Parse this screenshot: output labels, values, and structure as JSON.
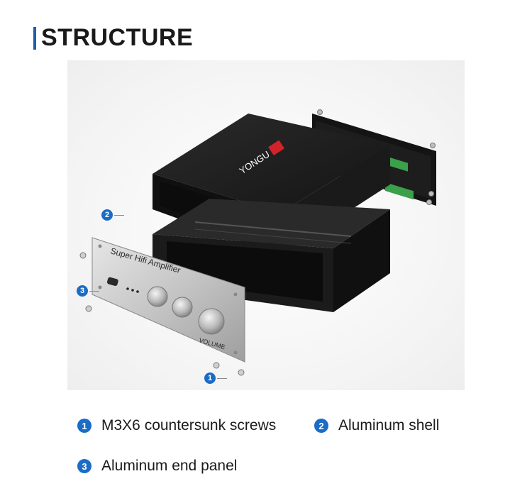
{
  "heading": "STRUCTURE",
  "colors": {
    "accent": "#1b6cc7",
    "panel": "#c9c9c9",
    "shell": "#1e1e1e",
    "logo_red": "#d1232a"
  },
  "product": {
    "brand": "YONGU",
    "panel_title": "Super Hifi Amplifier",
    "volume_label": "VOLUME"
  },
  "callouts": [
    {
      "num": "1",
      "label": "M3X6 countersunk screws"
    },
    {
      "num": "2",
      "label": "Aluminum shell"
    },
    {
      "num": "3",
      "label": "Aluminum end panel"
    }
  ]
}
